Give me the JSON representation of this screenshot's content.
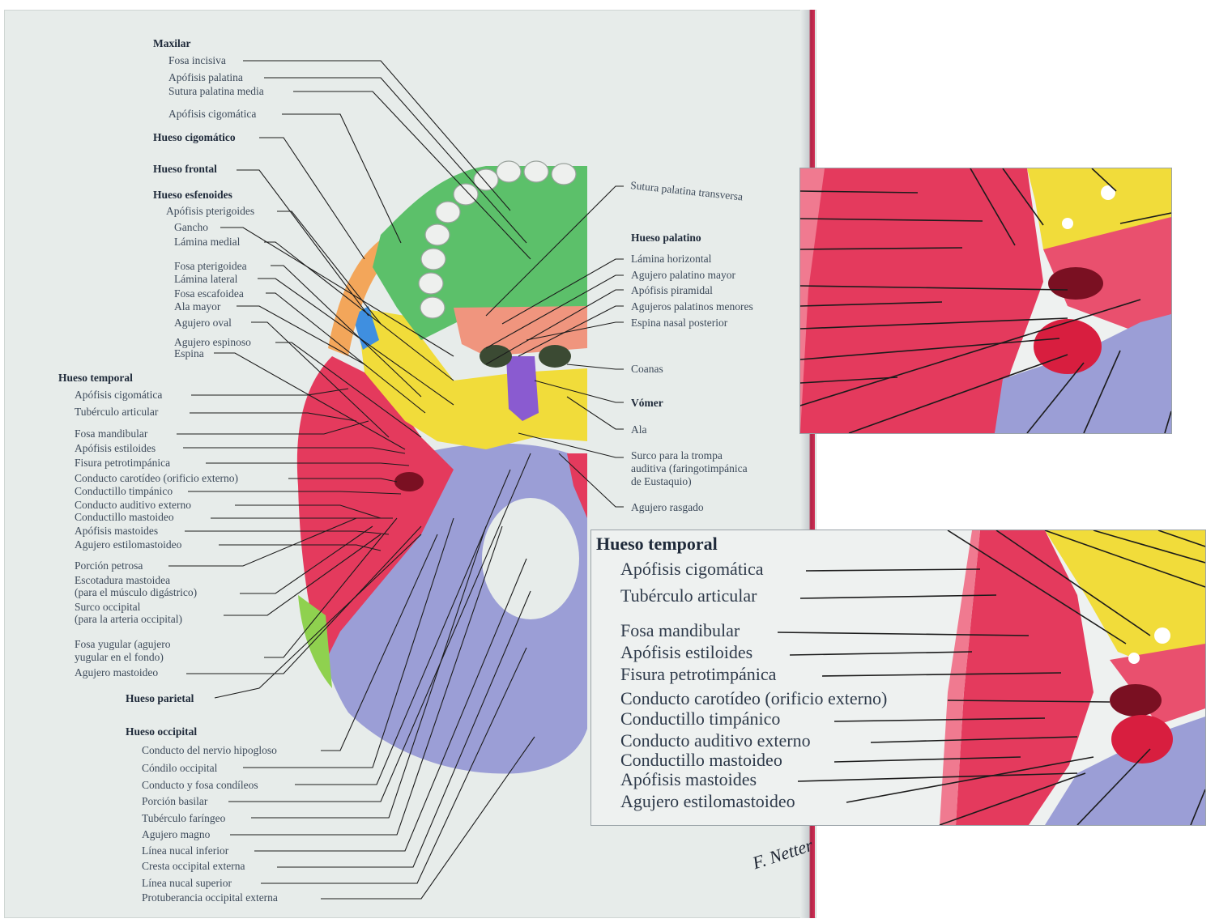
{
  "colors": {
    "page": "#e7ecea",
    "maxilar": "#5cc06a",
    "esfenoides": "#f1dc3a",
    "temporal": "#e43a5d",
    "occipital": "#9b9ed6",
    "palatino": "#f0957e",
    "vomer": "#8a5bd0",
    "frontal": "#3f8fe0",
    "parietal": "#8fd14f",
    "cigomatico": "#f3a65a",
    "leader": "#1b1b1b"
  },
  "left": {
    "maxilar": {
      "title": "Maxilar",
      "items": [
        "Fosa incisiva",
        "Apófisis palatina",
        "Sutura palatina media",
        "Apófisis cigomática"
      ]
    },
    "cigomatico": {
      "title": "Hueso cigomático"
    },
    "frontal": {
      "title": "Hueso frontal"
    },
    "esfenoides": {
      "title": "Hueso esfenoides",
      "items": [
        "Apófisis pterigoides",
        "Gancho",
        "Lámina medial",
        "Fosa pterigoidea",
        "Lámina lateral",
        "Fosa escafoidea",
        "Ala mayor",
        "Agujero oval",
        "Agujero espinoso",
        "Espina"
      ]
    },
    "temporal": {
      "title": "Hueso temporal",
      "items": [
        "Apófisis cigomática",
        "Tubérculo articular",
        "Fosa mandibular",
        "Apófisis estiloides",
        "Fisura petrotimpánica",
        "Conducto carotídeo (orificio externo)",
        "Conductillo timpánico",
        "Conducto auditivo externo",
        "Conductillo mastoideo",
        "Apófisis mastoides",
        "Agujero estilomastoideo",
        "Porción petrosa",
        "Escotadura mastoidea",
        "(para el músculo digástrico)",
        "Surco occipital",
        "(para la arteria occipital)",
        "Fosa yugular (agujero",
        "yugular en el fondo)",
        "Agujero mastoideo"
      ]
    },
    "parietal": {
      "title": "Hueso parietal"
    },
    "occipital": {
      "title": "Hueso occipital",
      "items": [
        "Conducto del nervio hipogloso",
        "Cóndilo occipital",
        "Conducto y fosa condíleos",
        "Porción basilar",
        "Tubérculo faríngeo",
        "Agujero magno",
        "Línea nucal inferior",
        "Cresta occipital externa",
        "Línea nucal superior",
        "Protuberancia occipital externa"
      ]
    }
  },
  "right": {
    "sutura": "Sutura palatina transversa",
    "palatino": {
      "title": "Hueso palatino",
      "items": [
        "Lámina horizontal",
        "Agujero palatino mayor",
        "Apófisis piramidal",
        "Agujeros palatinos menores",
        "Espina nasal posterior"
      ]
    },
    "coanas": "Coanas",
    "vomer": "Vómer",
    "ala": "Ala",
    "surco": [
      "Surco para la trompa",
      "auditiva (faringotimpánica",
      "de Eustaquio)"
    ],
    "rasgado": "Agujero rasgado"
  },
  "inset2": {
    "title": "Hueso temporal",
    "items": [
      "Apófisis cigomática",
      "Tubérculo articular",
      "Fosa mandibular",
      "Apófisis estiloides",
      "Fisura petrotimpánica",
      "Conducto carotídeo (orificio externo)",
      "Conductillo timpánico",
      "Conducto auditivo externo",
      "Conductillo mastoideo",
      "Apófisis mastoides",
      "Agujero estilomastoideo"
    ]
  },
  "signature": "F. Netter"
}
